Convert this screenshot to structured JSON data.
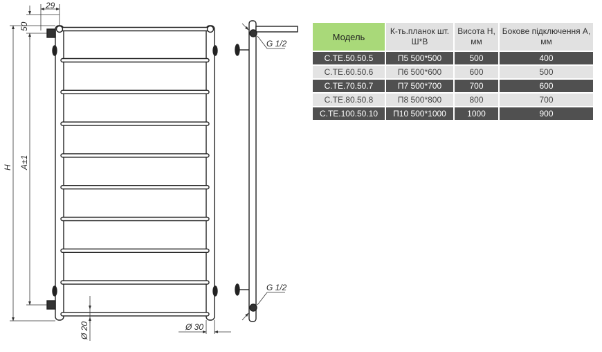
{
  "dimensions": {
    "top_offset": "50",
    "width_offset": "29",
    "height": "H",
    "axis_distance": "A±1",
    "pipe_diameter": "Ø 20",
    "rail_diameter": "Ø 30",
    "thread_top": "G 1/2",
    "thread_bottom": "G 1/2"
  },
  "table": {
    "headers": [
      "Модель",
      "К-ть.планок шт. Ш*В",
      "Висота Н, мм",
      "Бокове підключення А, мм"
    ],
    "rows": [
      [
        "C.TE.50.50.5",
        "П5 500*500",
        "500",
        "400"
      ],
      [
        "C.TE.60.50.6",
        "П6 500*600",
        "600",
        "500"
      ],
      [
        "C.TE.70.50.7",
        "П7 500*700",
        "700",
        "600"
      ],
      [
        "C.TE.80.50.8",
        "П8 500*800",
        "800",
        "700"
      ],
      [
        "C.TE.100.50.10",
        "П10 500*1000",
        "1000",
        "900"
      ]
    ]
  },
  "colors": {
    "header_accent": "#a9d979",
    "header_gray": "#e1e1e1",
    "row_dark": "#505050",
    "row_light": "#e3e3e3"
  }
}
